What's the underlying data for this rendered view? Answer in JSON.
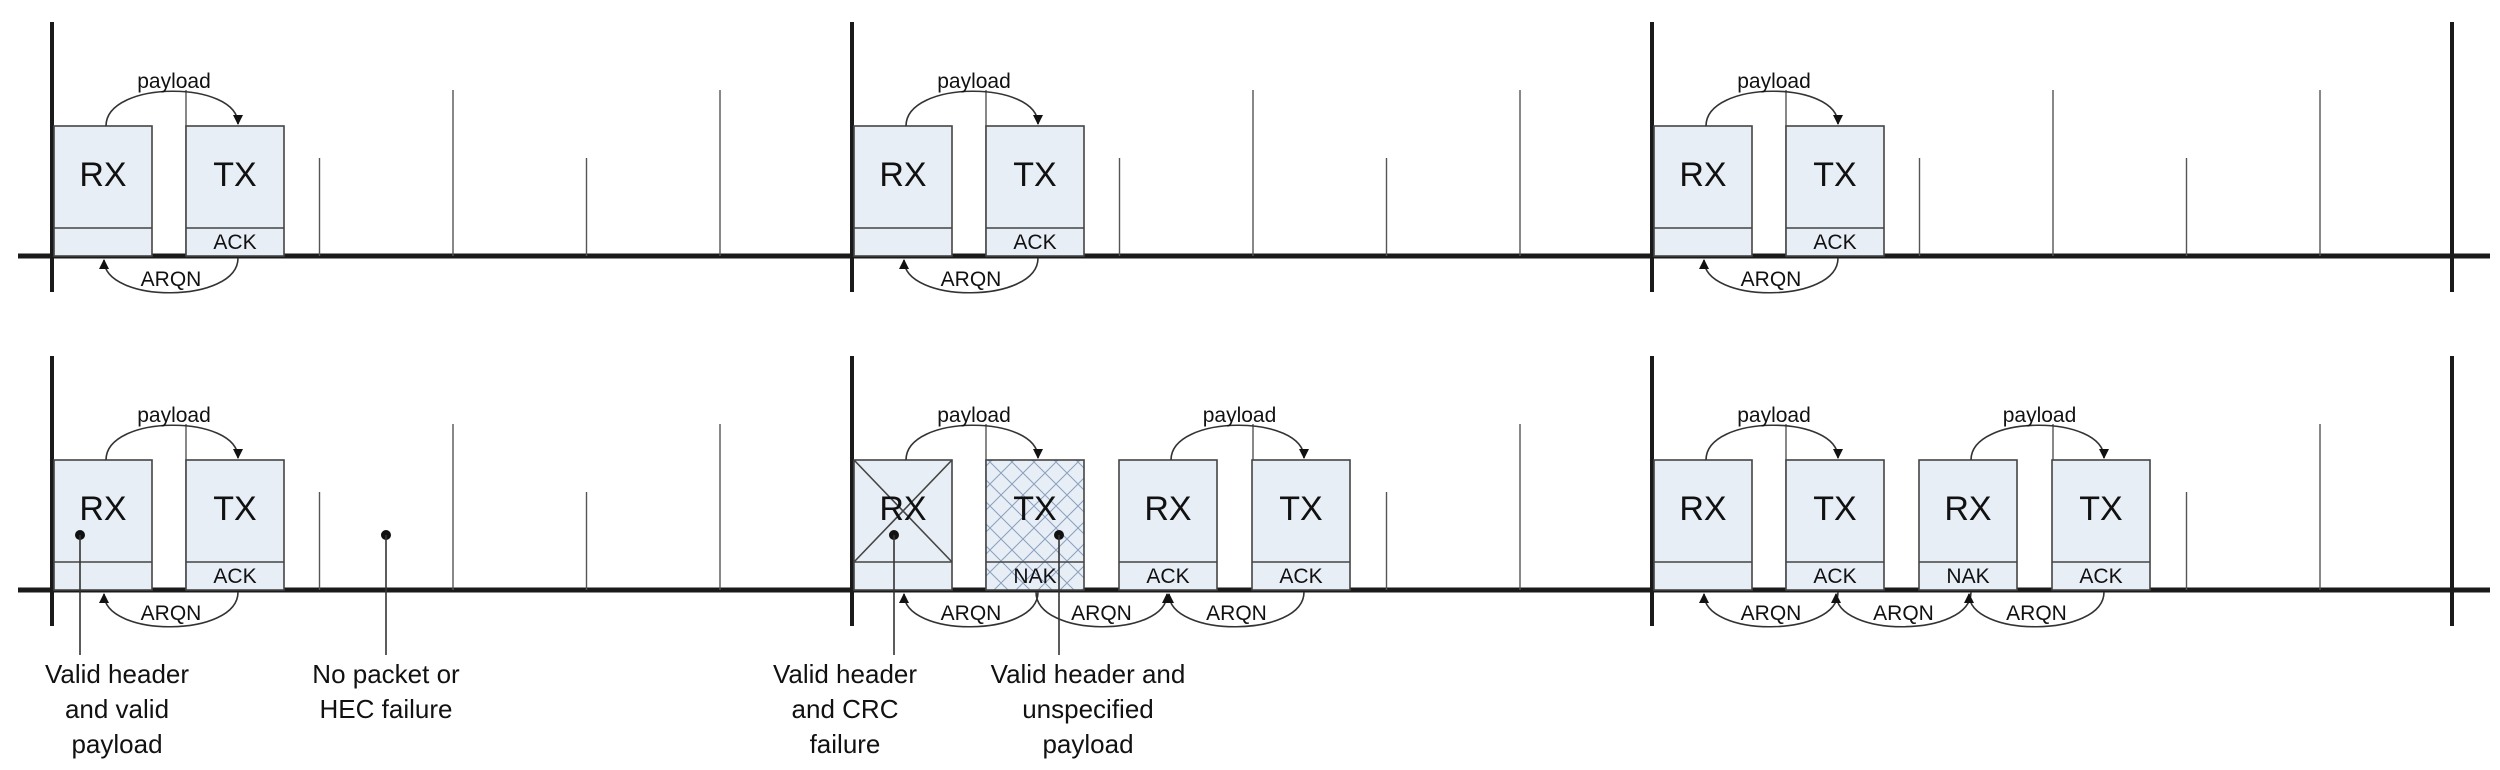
{
  "labels": {
    "rx": "RX",
    "tx": "TX",
    "ack": "ACK",
    "nak": "NAK",
    "payload": "payload",
    "arqn": "ARQN"
  },
  "annotations": {
    "valid_header_valid_payload": [
      "Valid header",
      "and valid",
      "payload"
    ],
    "no_packet_hec_failure": [
      "No packet or",
      "HEC failure"
    ],
    "valid_header_crc_failure": [
      "Valid header",
      "and CRC",
      "failure"
    ],
    "valid_header_unspecified_payload": [
      "Valid header and",
      "unspecified",
      "payload"
    ]
  },
  "colors": {
    "box_fill": "#e8eef6",
    "line": "#1a1a1a"
  }
}
